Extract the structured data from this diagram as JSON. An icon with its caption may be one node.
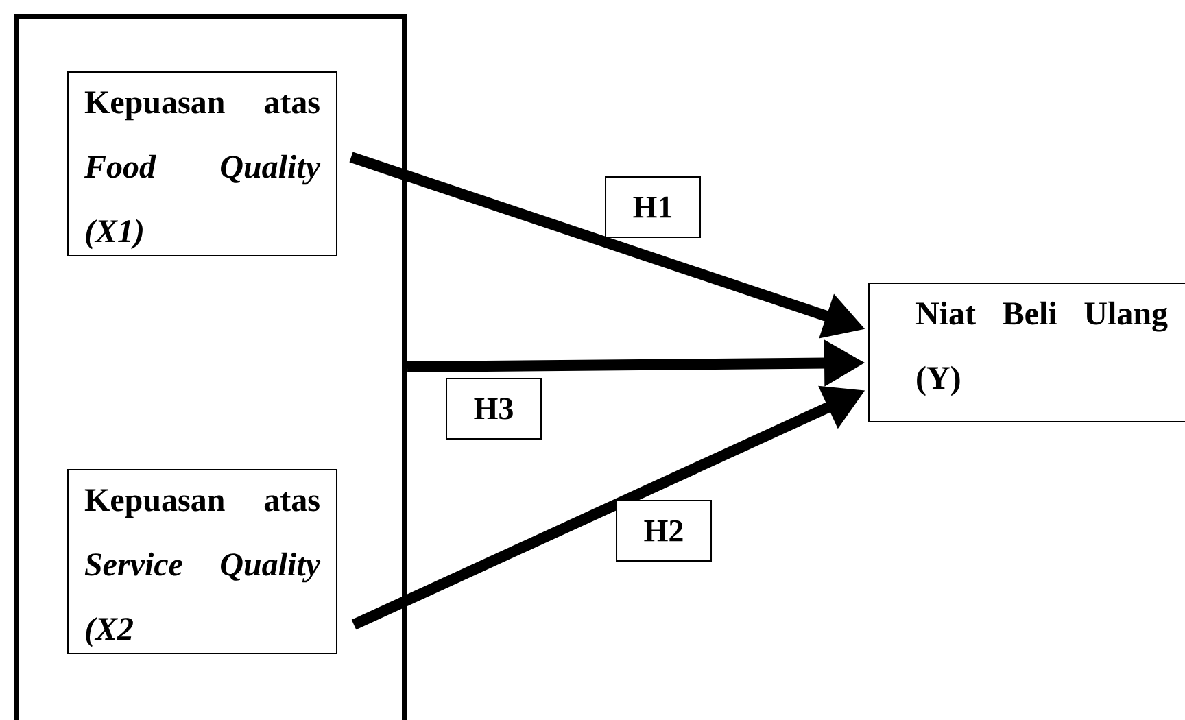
{
  "diagram": {
    "nodes": [
      {
        "text": [],
        "shape": "box"
      },
      {
        "text": [
          "Kepuasan atas *Food Quality (X1)*"
        ],
        "in": 0
      },
      {
        "text": [
          "Kepuasan atas *Service Quality (X2*"
        ],
        "in": 0
      },
      {
        "text": [
          "Niat Beli Ulang (Y)"
        ]
      }
    ],
    "edges": [
      {
        "from": 1,
        "to": 3,
        "arrow": "to",
        "label": "H1"
      },
      {
        "from": 0,
        "to": 3,
        "arrow": "to",
        "label": "H3"
      },
      {
        "from": 2,
        "to": 3,
        "arrow": "to",
        "label": "H2"
      }
    ]
  }
}
